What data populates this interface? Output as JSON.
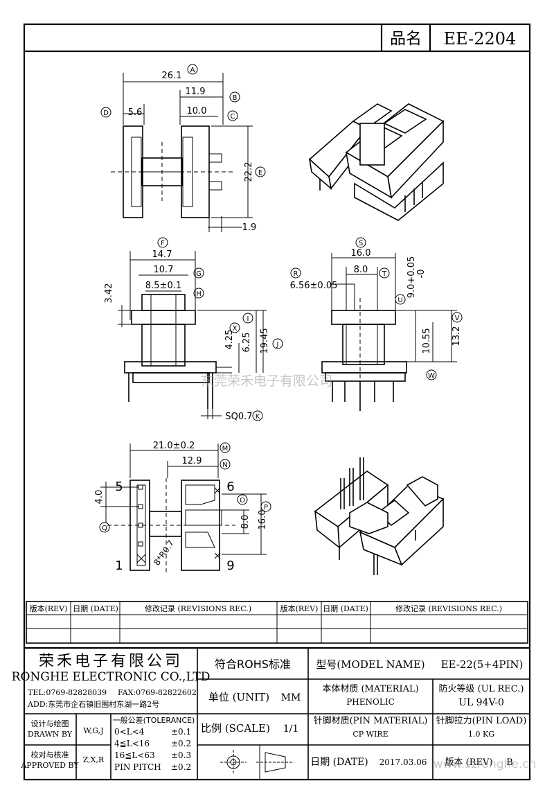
{
  "header": {
    "name_label": "品名",
    "part_no": "EE-2204"
  },
  "dims": {
    "A": "26.1",
    "B": "11.9",
    "C": "10.0",
    "D": "5.6",
    "E": "22.2",
    "e19": "1.9",
    "F": "14.7",
    "G": "10.7",
    "H": "8.5±0.1",
    "h342": "3.42",
    "I": "6.25",
    "J": "19.45",
    "K": "SQ0.7",
    "X": "4.25",
    "S": "16.0",
    "T": "8.0",
    "R": "6.56±0.05",
    "U_main": "9.0+0.05",
    "U_tol": "-0",
    "V": "13.2",
    "W": "10.55",
    "M": "21.0±0.2",
    "N": "12.9",
    "P": "16.0",
    "O": "8.0",
    "Q": "4.0",
    "R07": "8*R0.7"
  },
  "pins": {
    "p1": "1",
    "p5": "5",
    "p6": "6",
    "p9": "9"
  },
  "revisions": {
    "h_rev": "版本(REV)",
    "h_date": "日期 (DATE)",
    "h_rec": "修改记录 (REVISIONS REC.)"
  },
  "company": {
    "cn": "荣禾电子有限公司",
    "en": "RONGHE ELECTRONIC CO.,LTD",
    "tel": "TEL:0769-82828039",
    "fax": "FAX:0769-82822602",
    "addr": "ADD:东莞市企石镇旧围村东湖一路2号"
  },
  "signoff": {
    "drawn_cn": "设计与绘图",
    "drawn_en": "DRAWN BY",
    "drawn_by": "W,G,J",
    "approved_cn": "校对与核准",
    "approved_en": "APPROVED BY",
    "approved_by": "Z,X,R"
  },
  "tolerance": {
    "title": "一般公差(TOLERANCE)",
    "rows": [
      {
        "range": "0<L<4",
        "tol": "±0.1"
      },
      {
        "range": "4≦L<16",
        "tol": "±0.2"
      },
      {
        "range": "16≦L<63",
        "tol": "±0.3"
      },
      {
        "range": "PIN PITCH",
        "tol": "±0.2"
      }
    ]
  },
  "specs": {
    "rohs": "符合ROHS标准",
    "model_label": "型号(MODEL NAME)",
    "model_value": "EE-22(5+4PIN)",
    "unit_label": "单位 (UNIT)",
    "unit_value": "MM",
    "scale_label": "比例 (SCALE)",
    "scale_value": "1/1",
    "material_label": "本体材质 (MATERIAL)",
    "material_value": "PHENOLIC",
    "fire_label": "防火等级 (UL REC.)",
    "fire_value": "UL 94V-0",
    "pin_mat_label": "针脚材质(PIN MATERIAL)",
    "pin_mat_value": "CP WIRE",
    "pin_load_label": "针脚拉力(PIN LOAD)",
    "pin_load_value": "1.0 KG",
    "date_label": "日期 (DATE)",
    "date_value": "2017.03.06",
    "rev_label": "版本 (REV)",
    "rev_value": "B"
  },
  "watermarks": {
    "center": "东莞荣禾电子有限公司",
    "corner": "www.szronghe.cn"
  }
}
